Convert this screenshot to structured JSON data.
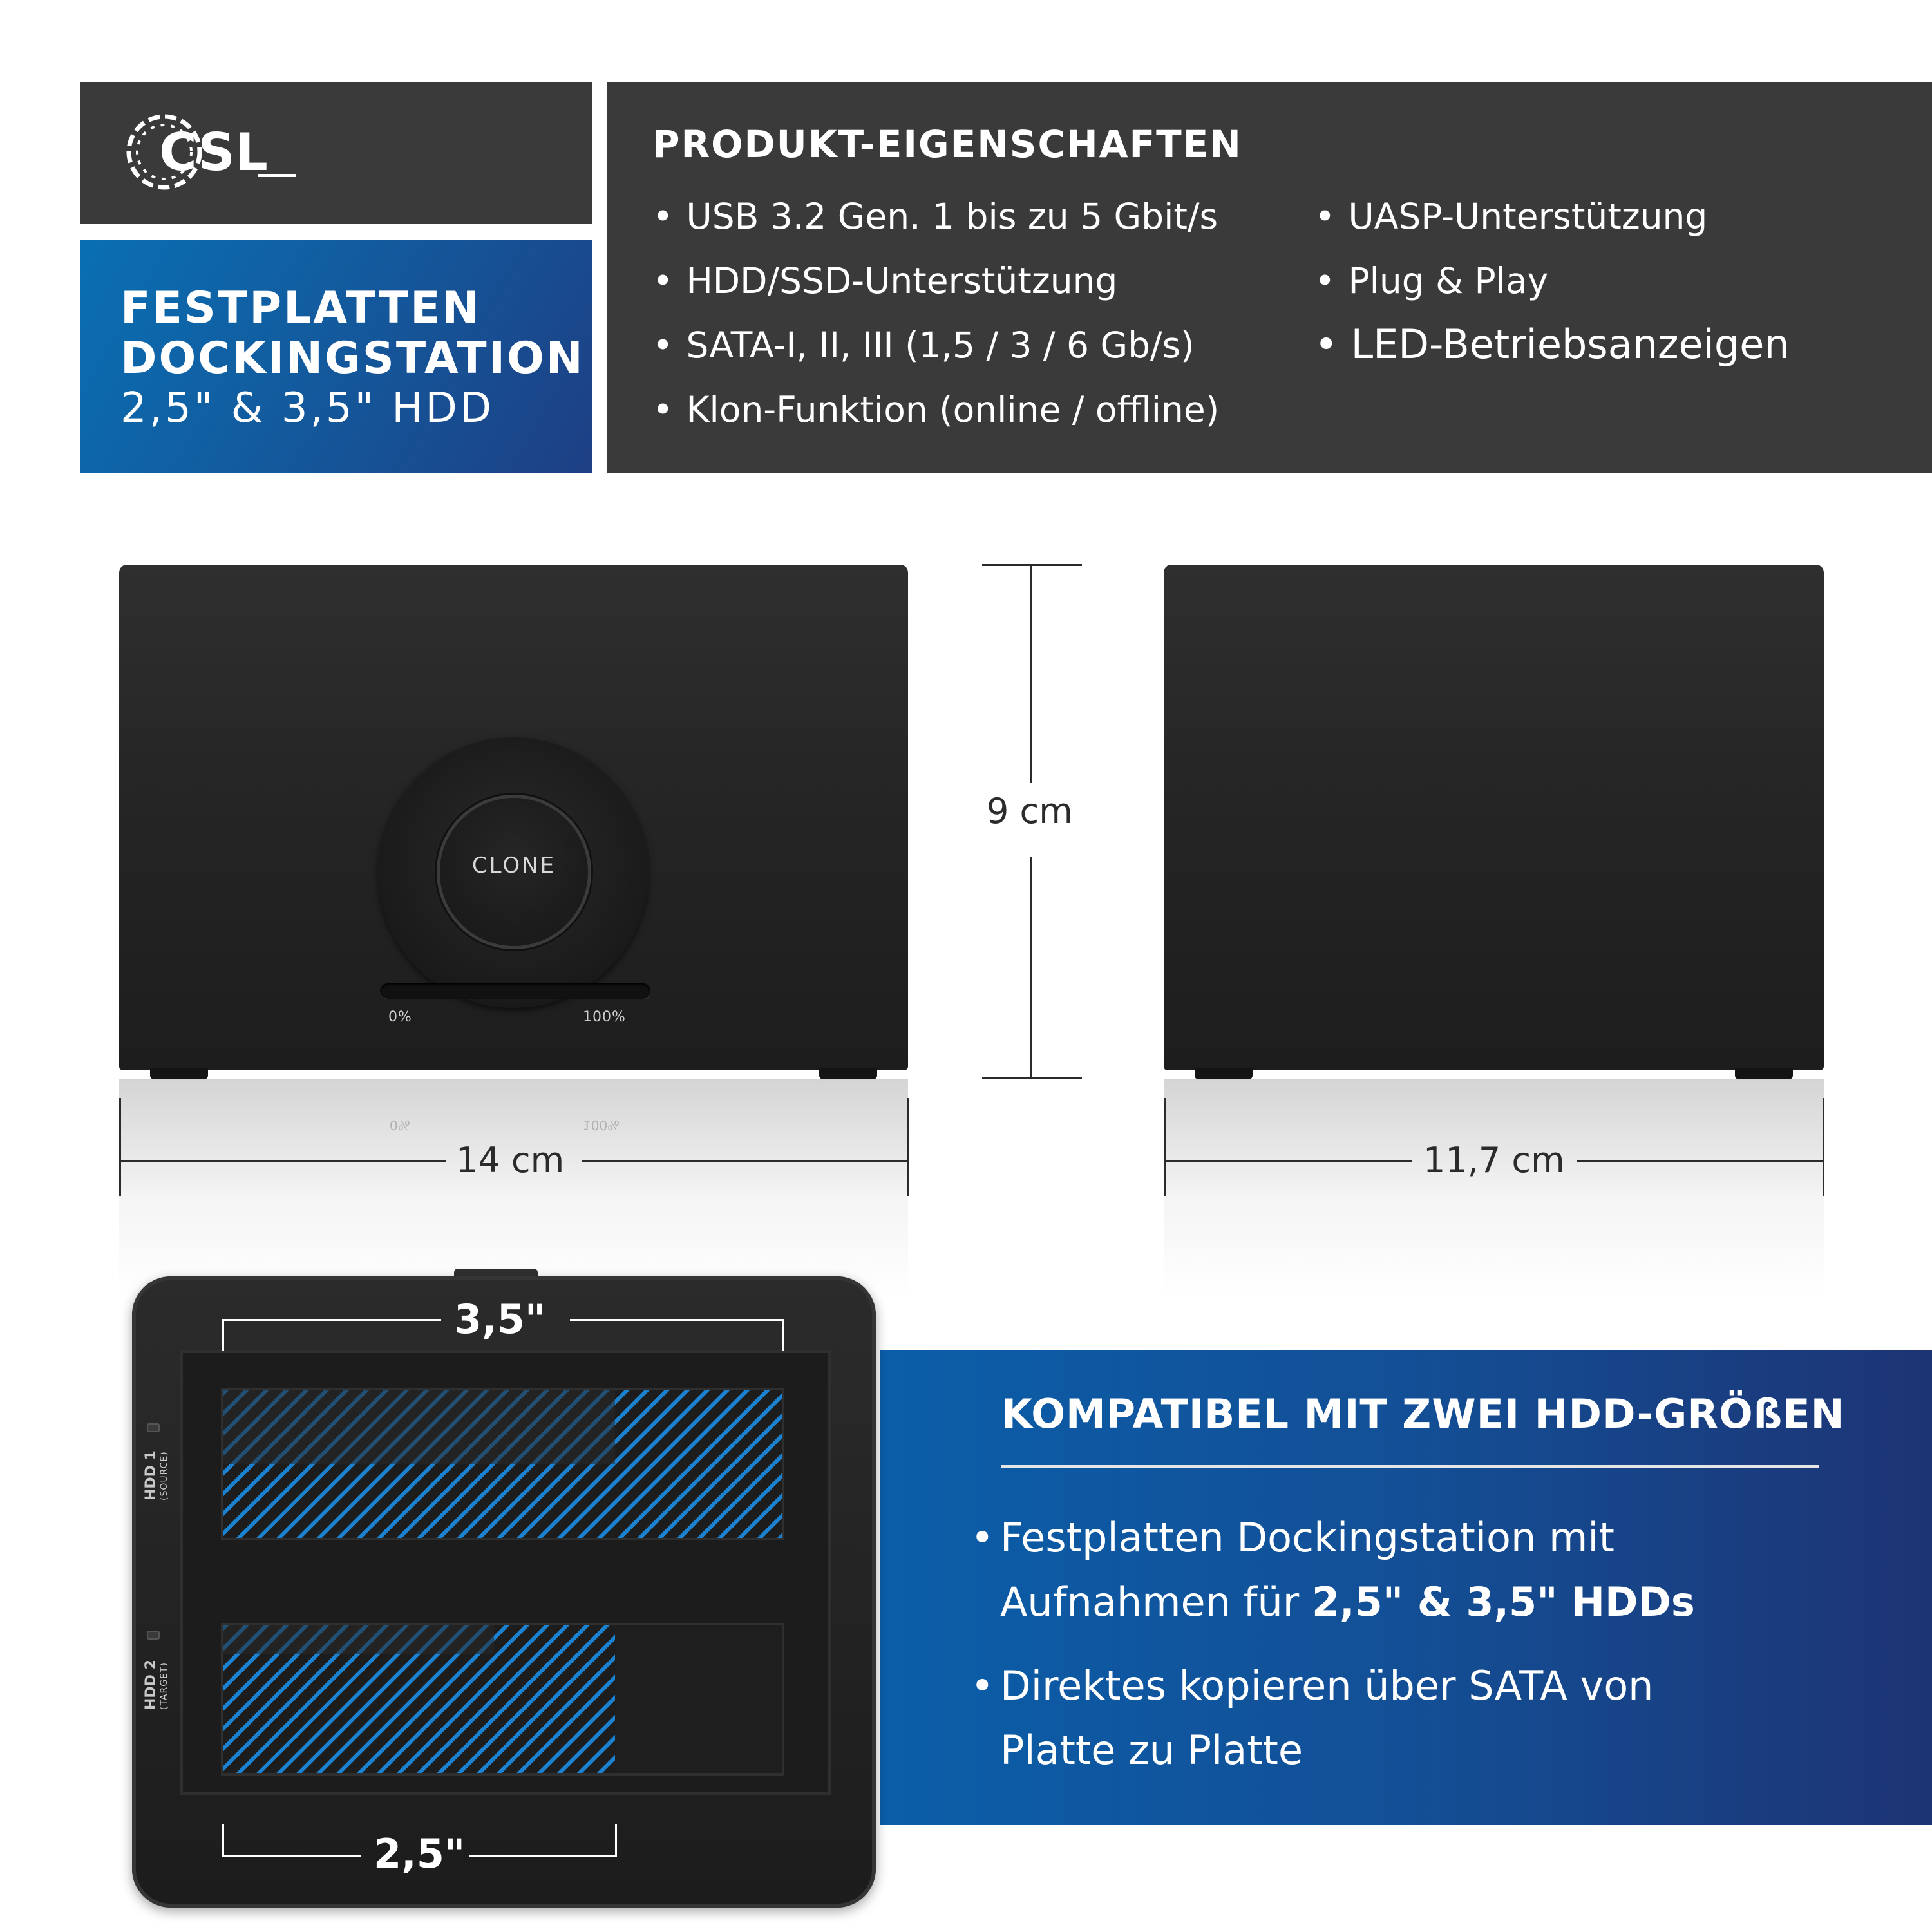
{
  "brand": {
    "logo_text": "CSL"
  },
  "title": {
    "line1": "FESTPLATTEN",
    "line2": "DOCKINGSTATION",
    "line3": "2,5\" & 3,5\" HDD"
  },
  "features": {
    "heading": "PRODUKT-EIGENSCHAFTEN",
    "left": [
      "USB 3.2 Gen. 1 bis zu 5 Gbit/s",
      "HDD/SSD-Unterstützung",
      "SATA-I, II, III (1,5 / 3 / 6 Gb/s)",
      "Klon-Funktion (online / offline)"
    ],
    "right": [
      "UASP-Unterstützung",
      "Plug & Play",
      "LED-Betriebsanzeigen"
    ]
  },
  "device": {
    "button_label": "CLONE",
    "progress_start": "0%",
    "progress_end": "100%",
    "progress_fraction": 0.0
  },
  "dimensions": {
    "height": "9 cm",
    "width": "14 cm",
    "depth": "11,7 cm"
  },
  "tray": {
    "size_large": "3,5\"",
    "size_small": "2,5\"",
    "slot1_label": "HDD 1",
    "slot1_sub": "(SOURCE)",
    "slot2_label": "HDD 2",
    "slot2_sub": "(TARGET)"
  },
  "compat": {
    "heading": "KOMPATIBEL MIT ZWEI HDD-GRÖßEN",
    "bullet1_line1": "Festplatten Dockingstation mit",
    "bullet1_line2_prefix": "Aufnahmen für ",
    "bullet1_line2_bold": "2,5\" & 3,5\" HDDs",
    "bullet2_line1": "Direktes kopieren über SATA von",
    "bullet2_line2": "Platte zu Platte"
  },
  "colors": {
    "dark_panel": "#3a3a3a",
    "brand_blue": "#125b9e",
    "hatch_blue": "#1a82d1"
  }
}
